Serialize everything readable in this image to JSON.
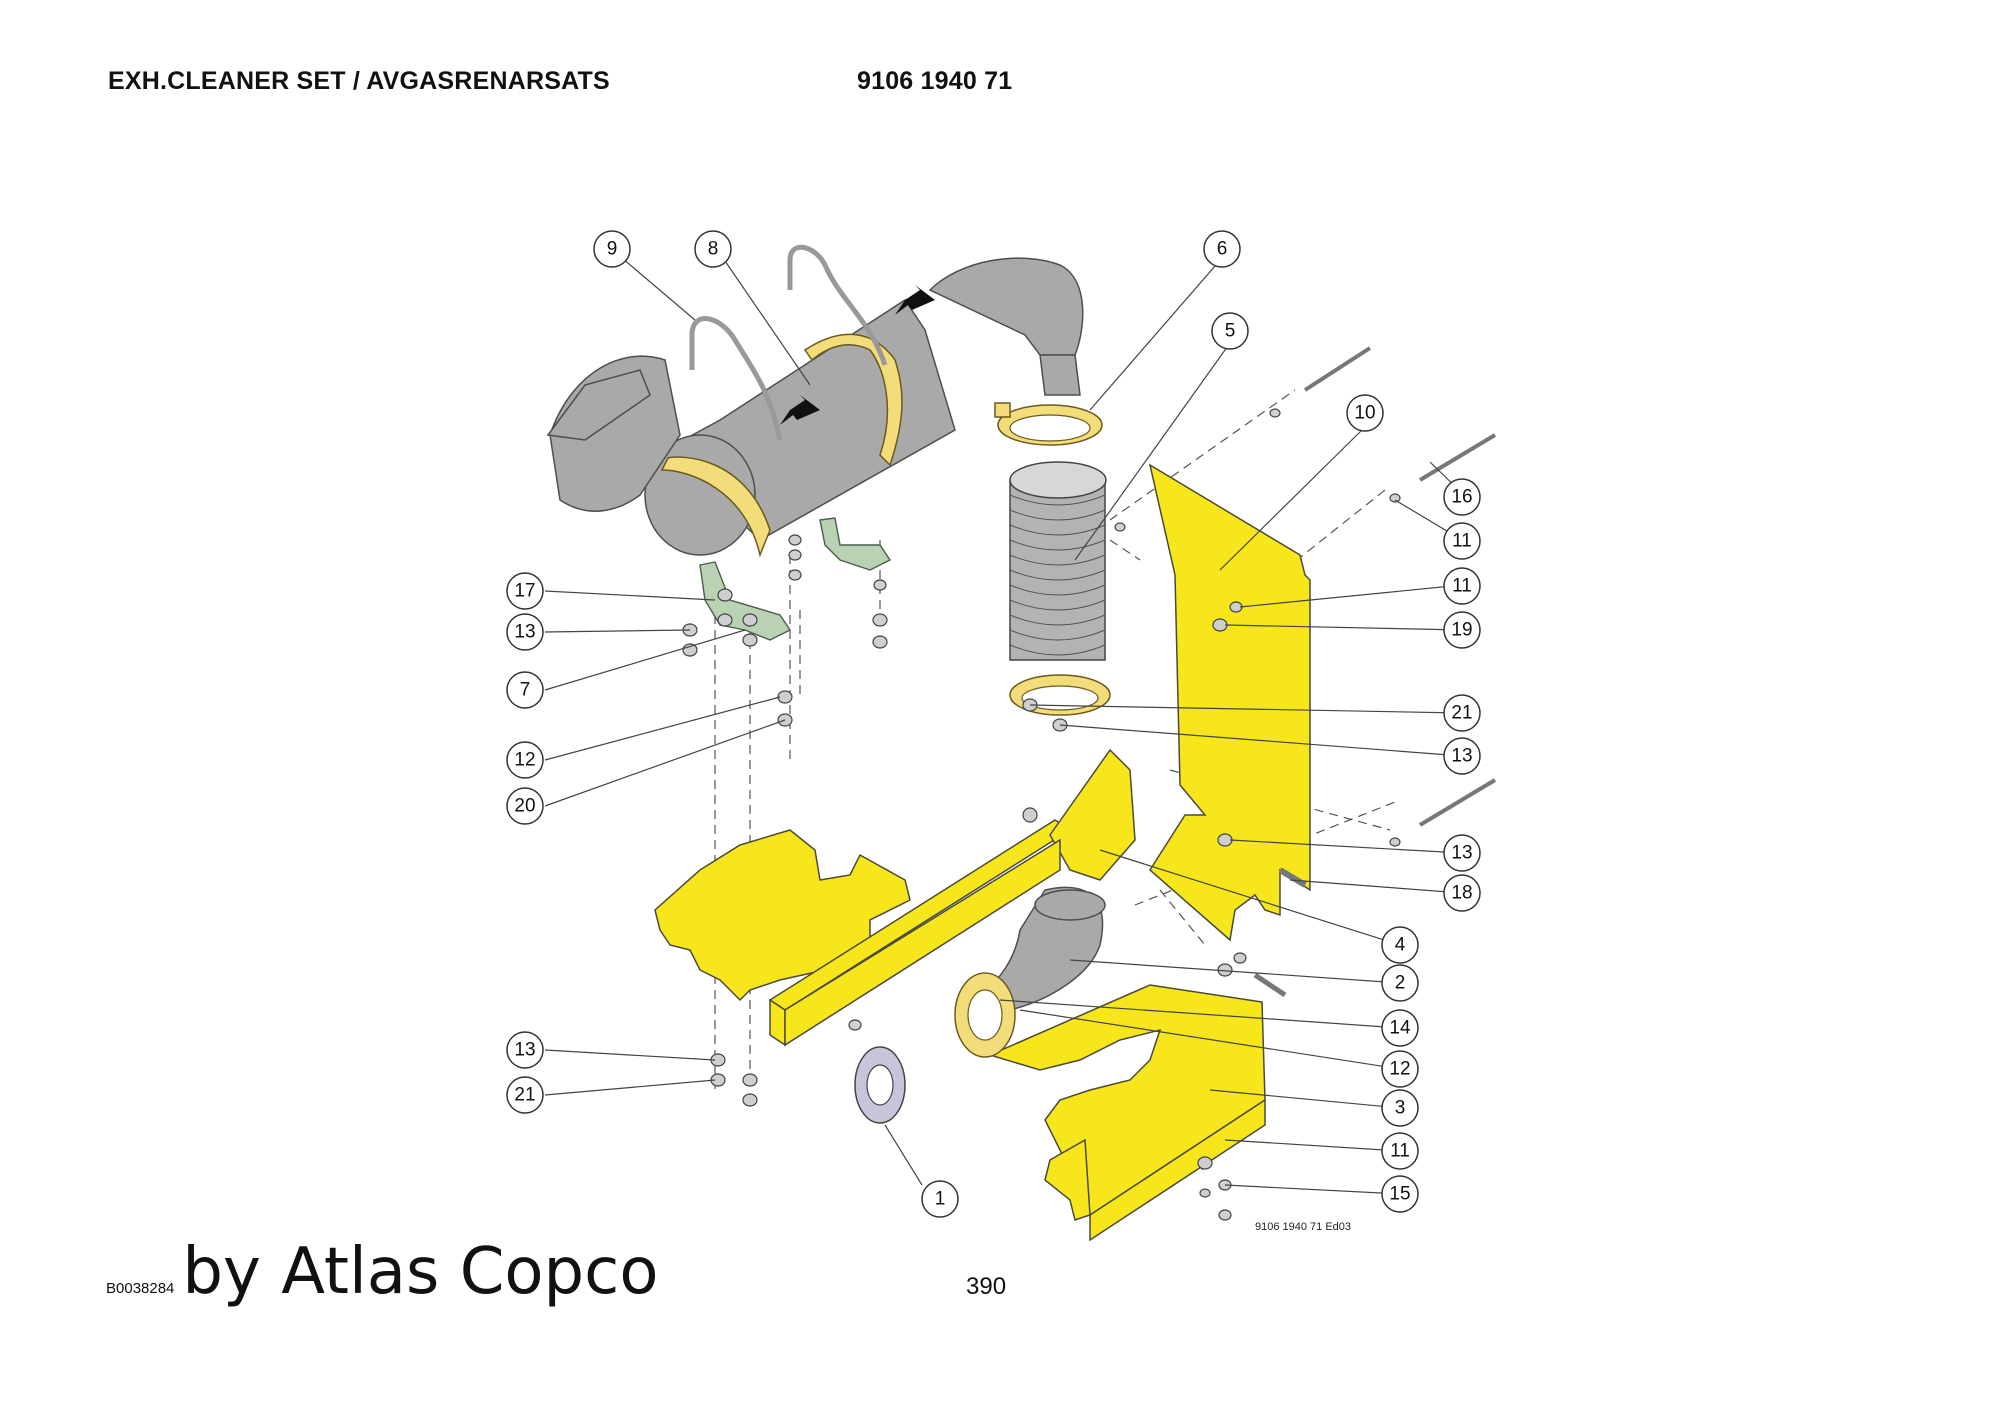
{
  "header": {
    "title": "EXH.CLEANER SET / AVGASRENARSATS",
    "part_number": "9106 1940 71"
  },
  "drawing": {
    "stamp": "9106 1940 71 Ed03",
    "callouts": [
      {
        "label": "9"
      },
      {
        "label": "8"
      },
      {
        "label": "6"
      },
      {
        "label": "5"
      },
      {
        "label": "10"
      },
      {
        "label": "16"
      },
      {
        "label": "11"
      },
      {
        "label": "11"
      },
      {
        "label": "19"
      },
      {
        "label": "17"
      },
      {
        "label": "13"
      },
      {
        "label": "7"
      },
      {
        "label": "12"
      },
      {
        "label": "20"
      },
      {
        "label": "21"
      },
      {
        "label": "13"
      },
      {
        "label": "13"
      },
      {
        "label": "18"
      },
      {
        "label": "4"
      },
      {
        "label": "2"
      },
      {
        "label": "14"
      },
      {
        "label": "12"
      },
      {
        "label": "3"
      },
      {
        "label": "11"
      },
      {
        "label": "15"
      },
      {
        "label": "13"
      },
      {
        "label": "21"
      },
      {
        "label": "1"
      }
    ]
  },
  "footer": {
    "doc_id": "B0038284",
    "byline": "by Atlas Copco",
    "page_number": "390"
  }
}
